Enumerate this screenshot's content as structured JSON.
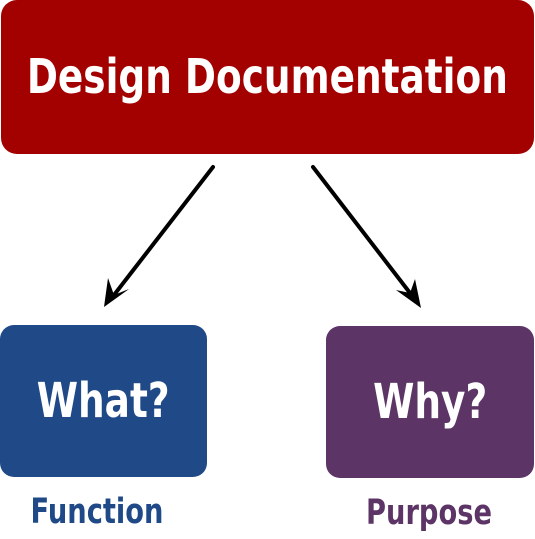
{
  "title_box": {
    "label": "Design Documentation",
    "color": "#a30000"
  },
  "left_box": {
    "label": "What?",
    "caption": "Function",
    "color": "#204a87"
  },
  "right_box": {
    "label": "Why?",
    "caption": "Purpose",
    "color": "#5c3566"
  },
  "arrow_color": "#000000"
}
